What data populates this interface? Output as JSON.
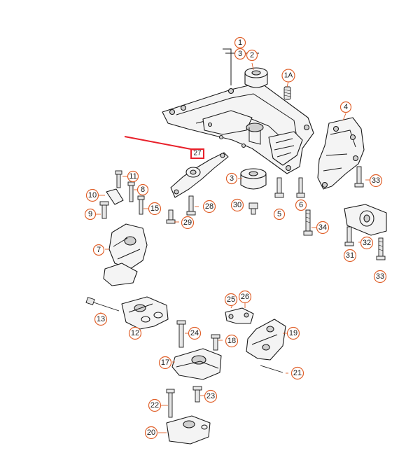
{
  "callouts": [
    "1",
    "2",
    "3",
    "1A",
    "4",
    "27",
    "11",
    "8",
    "10",
    "15",
    "9",
    "28",
    "29",
    "3",
    "30",
    "5",
    "6",
    "33",
    "34",
    "7",
    "32",
    "31",
    "33",
    "13",
    "12",
    "25",
    "26",
    "19",
    "24",
    "18",
    "17",
    "21",
    "22",
    "23",
    "20"
  ],
  "colors": {
    "callout": "#e0602a",
    "arrow": "#e8202a",
    "ink": "#1a1a1a",
    "highlight": "#e8202a"
  }
}
